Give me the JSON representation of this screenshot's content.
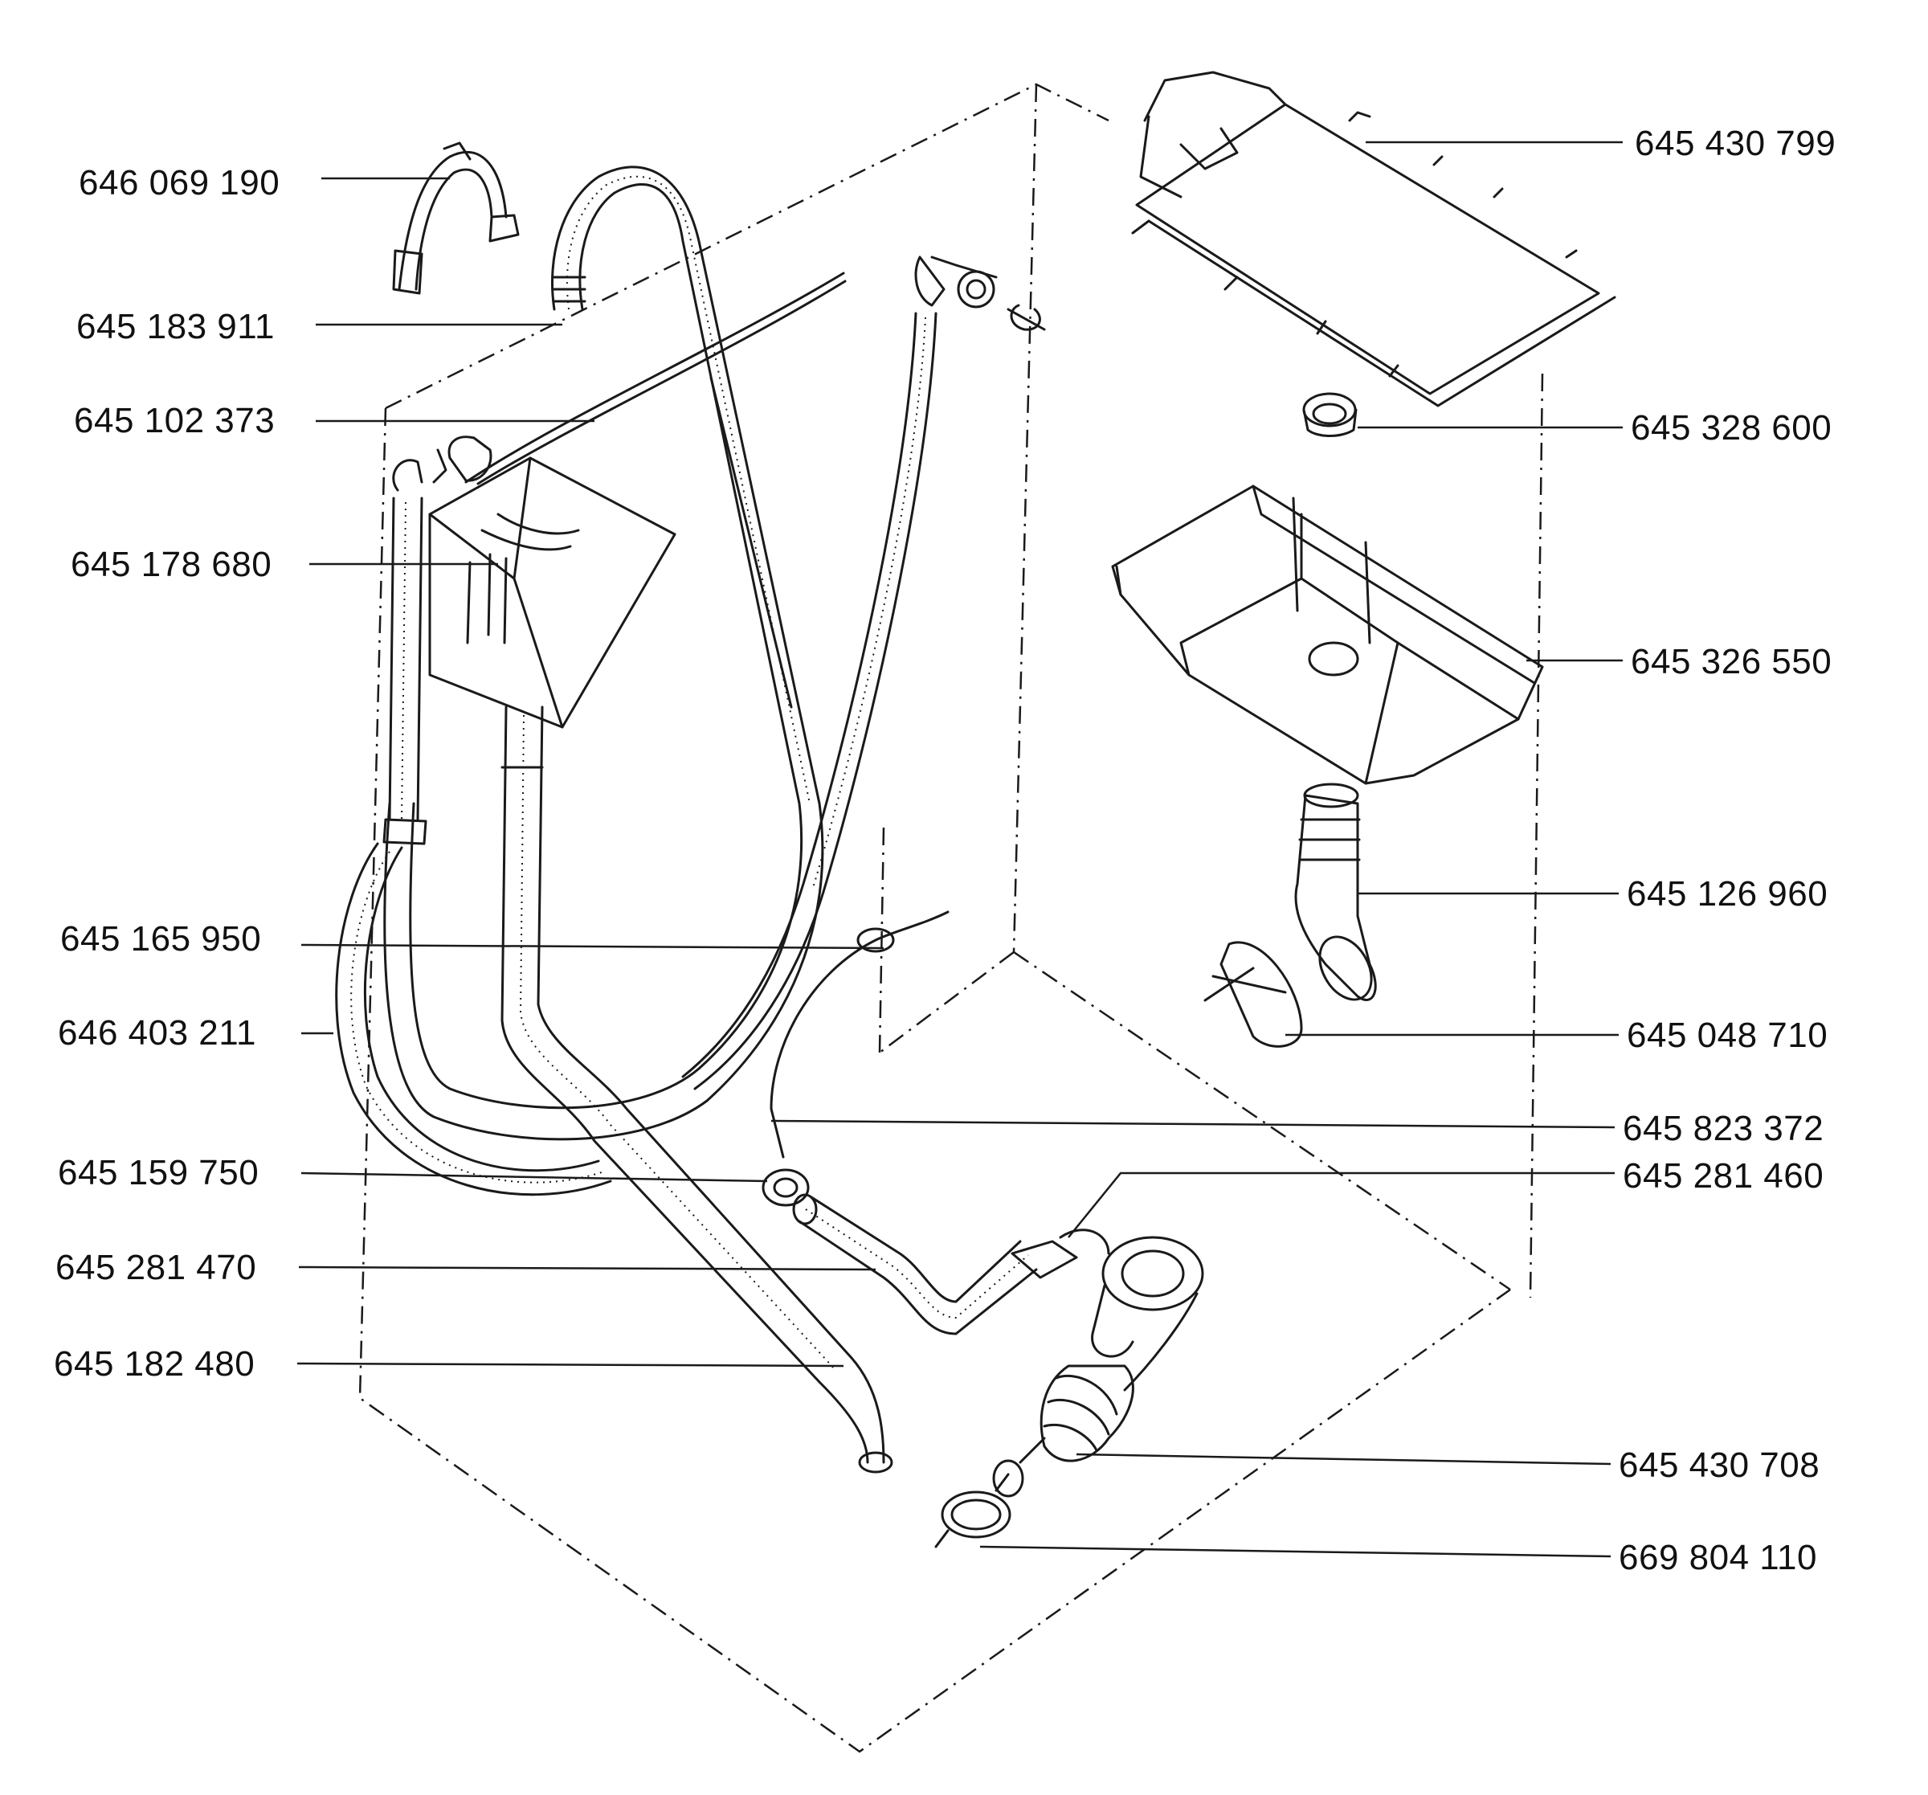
{
  "labels": {
    "p646069190": "646 069 190",
    "p645183911": "645 183 911",
    "p645102373": "645 102 373",
    "p645178680": "645 178 680",
    "p645165950": "645 165 950",
    "p646403211": "646 403 211",
    "p645159750": "645 159 750",
    "p645281470": "645 281 470",
    "p645182480": "645 182 480",
    "p645430799": "645 430 799",
    "p645328600": "645 328 600",
    "p645326550": "645 326 550",
    "p645126960": "645 126 960",
    "p645048710": "645 048 710",
    "p645823372": "645 823 372",
    "p645281460": "645 281 460",
    "p645430708": "645 430 708",
    "p669804110": "669 804 110"
  }
}
